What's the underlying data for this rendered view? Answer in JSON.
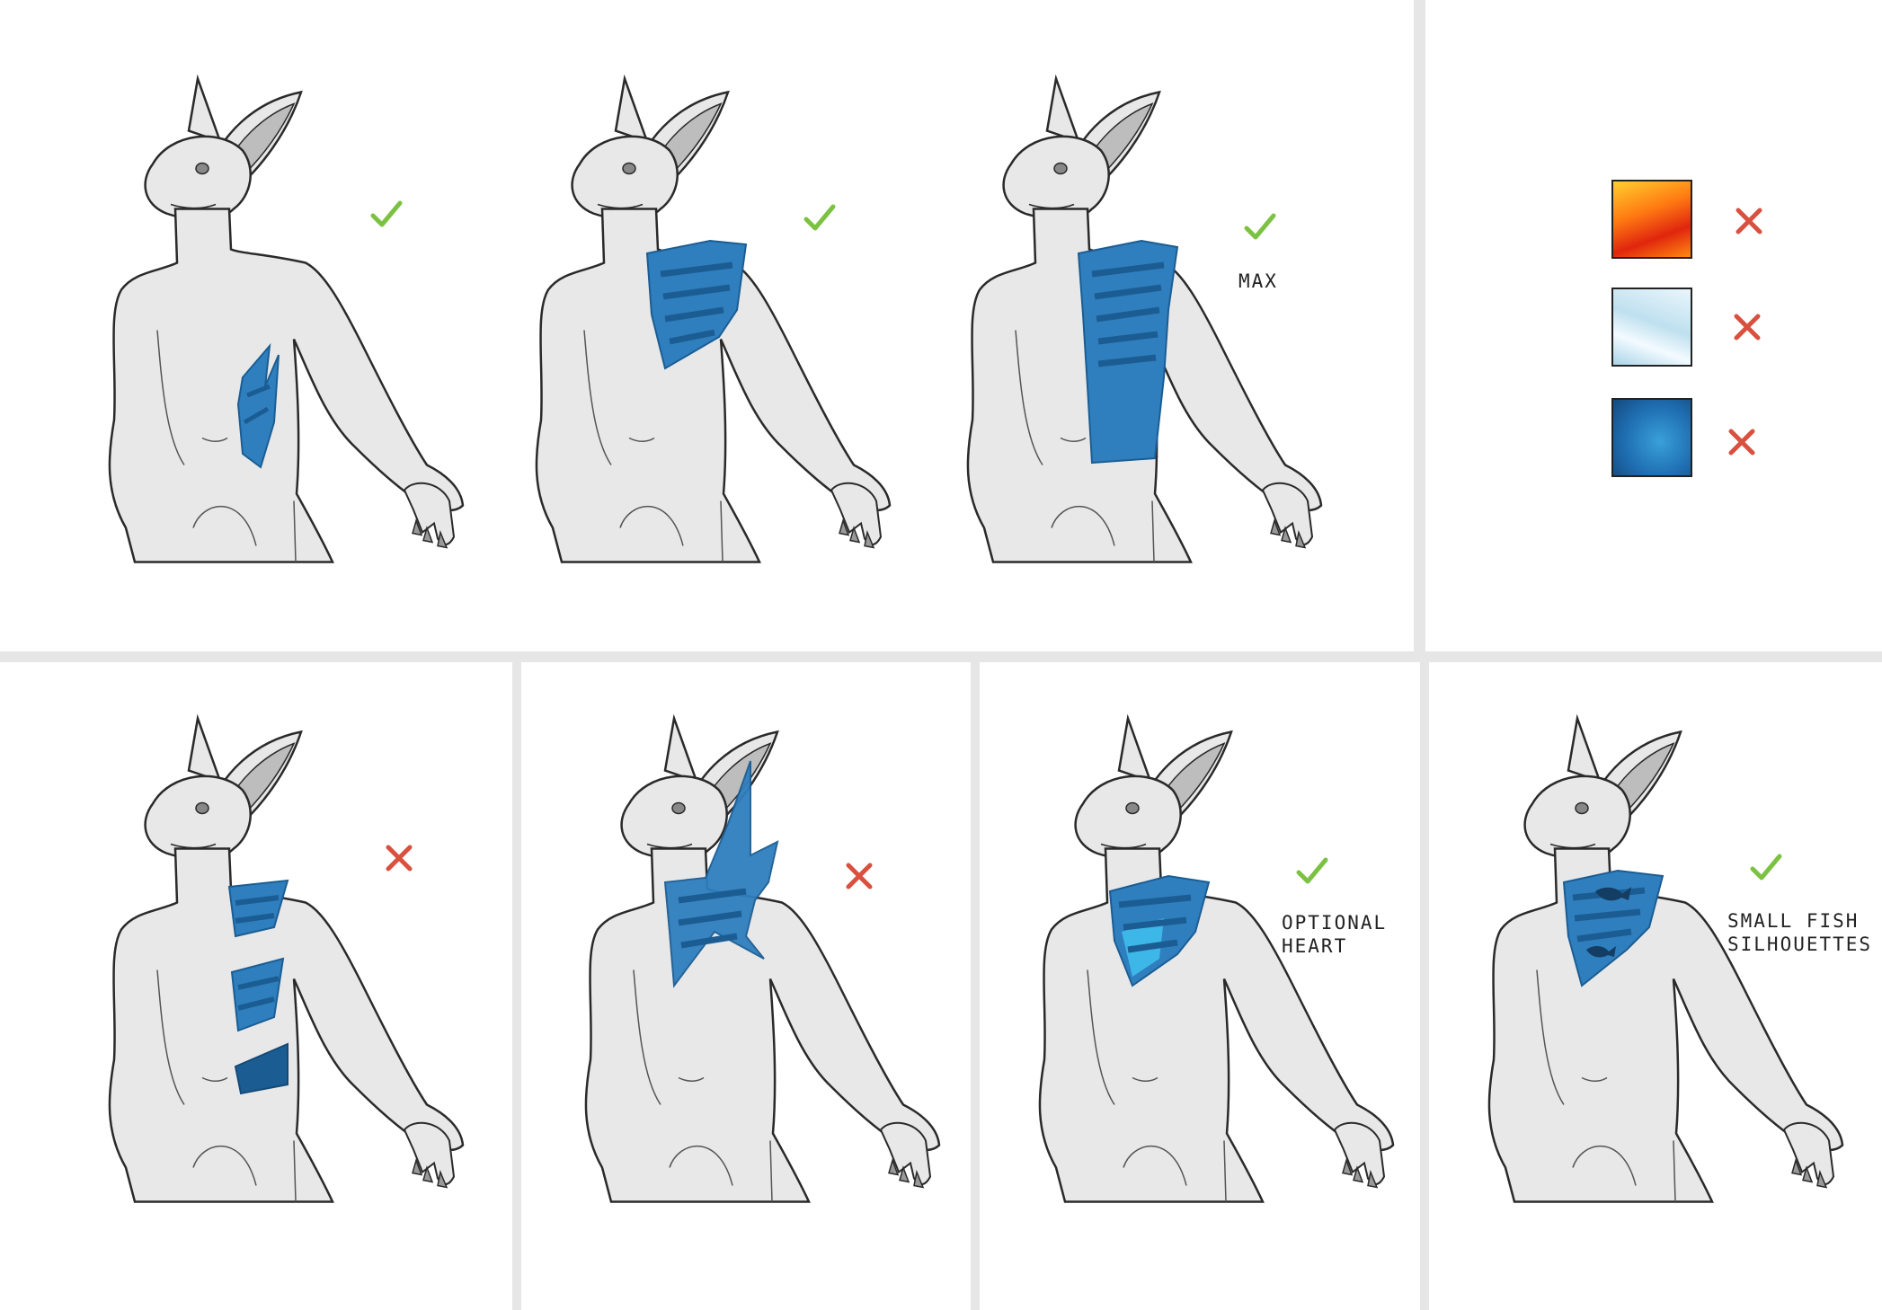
{
  "colors": {
    "background": "#ffffff",
    "gutter": "#e6e6e6",
    "body_fill": "#e8e8e8",
    "outline": "#2a2a2a",
    "crystal": "#2f7fbf",
    "crystal_dark": "#1b5d93",
    "check": "#7cc242",
    "cross": "#d9503f"
  },
  "panels": [
    {
      "id": "p1",
      "mark": "check-icon",
      "note": ""
    },
    {
      "id": "p2",
      "mark": "check-icon",
      "note": ""
    },
    {
      "id": "p3",
      "mark": "check-icon",
      "note": "MAX"
    },
    {
      "id": "p5",
      "mark": "cross-icon",
      "note": ""
    },
    {
      "id": "p6",
      "mark": "cross-icon",
      "note": ""
    },
    {
      "id": "p7",
      "mark": "check-icon",
      "note": "OPTIONAL\nHEART"
    },
    {
      "id": "p8",
      "mark": "check-icon",
      "note": "SMALL FISH\nSILHOUETTES"
    }
  ],
  "swatches": [
    {
      "texture": "fire",
      "mark": "cross-icon"
    },
    {
      "texture": "ice",
      "mark": "cross-icon"
    },
    {
      "texture": "water",
      "mark": "cross-icon"
    }
  ]
}
